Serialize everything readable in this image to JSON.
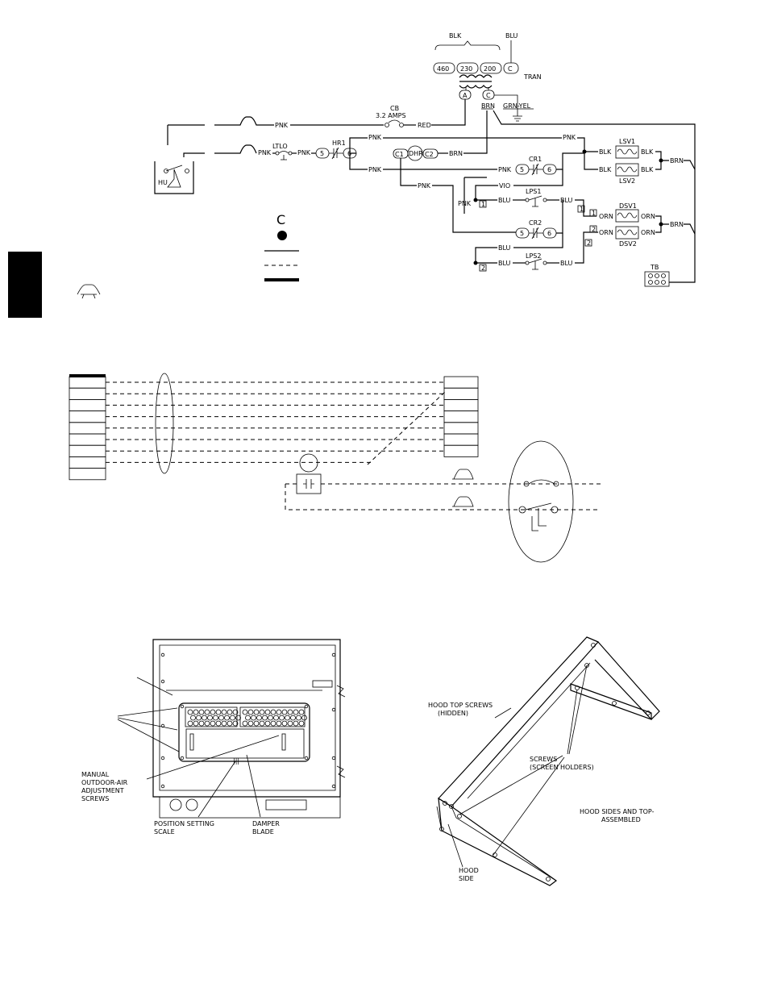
{
  "wiring": {
    "blk": "BLK",
    "blu": "BLU",
    "taps": [
      "460",
      "230",
      "200",
      "C"
    ],
    "tran": "TRAN",
    "term_a": "A",
    "term_c": "C",
    "brn": "BRN",
    "grn_yel": "GRN-YEL",
    "cb": "CB",
    "cb_rating": "3.2 AMPS",
    "pnk": "PNK",
    "red": "RED",
    "ltlo": "LTLO",
    "hr1": "HR1",
    "pin5": "5",
    "pin6": "6",
    "c1": "C1",
    "dhr": "DHR",
    "c2": "C2",
    "cr1": "CR1",
    "cr2": "CR2",
    "vio": "VIO",
    "lps1": "LPS1",
    "lps2": "LPS2",
    "lsv1": "LSV1",
    "lsv2": "LSV2",
    "dsv1": "DSV1",
    "dsv2": "DSV2",
    "orn": "ORN",
    "tb": "TB",
    "hu": "HU",
    "box1": "1",
    "box2": "2",
    "legend_c": "C"
  },
  "damper_figure": {
    "manual_screws": [
      "MANUAL",
      "OUTDOOR-AIR",
      "ADJUSTMENT",
      "SCREWS"
    ],
    "position_scale": [
      "POSITION SETTING",
      "SCALE"
    ],
    "damper_blade": [
      "DAMPER",
      "BLADE"
    ]
  },
  "hood_figure": {
    "hood_top_screws": [
      "HOOD TOP SCREWS",
      "(HIDDEN)"
    ],
    "screws": [
      "SCREWS",
      "(SCREEN HOLDERS)"
    ],
    "hood_assembled": [
      "HOOD SIDES AND TOP-",
      "ASSEMBLED"
    ],
    "hood_side": [
      "HOOD",
      "SIDE"
    ]
  }
}
